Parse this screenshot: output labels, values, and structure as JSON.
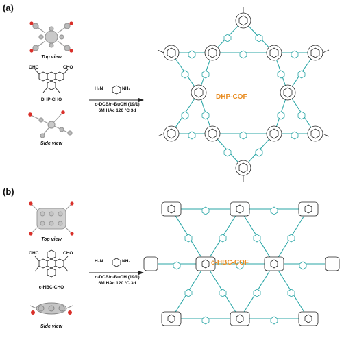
{
  "panels": [
    {
      "label": "(a)",
      "top_view_caption": "Top view",
      "monomer_name": "DHP-CHO",
      "side_view_caption": "Side view",
      "aldehyde_label": "OHC",
      "aldehyde_label_right": "CHO",
      "amine_left": "H₂N",
      "amine_right": "NH₂",
      "condition_line1": "o-DCB/n-BuOH (19/1)",
      "condition_line2": "6M HAc 120 ºC 3d",
      "cof_name": "DHP-COF"
    },
    {
      "label": "(b)",
      "top_view_caption": "Top view",
      "monomer_name": "c-HBC-CHO",
      "side_view_caption": "Side view",
      "aldehyde_label": "OHC",
      "aldehyde_label_right": "CHO",
      "amine_left": "H₂N",
      "amine_right": "NH₂",
      "condition_line1": "o-DCB/n-BuOH (19/1)",
      "condition_line2": "6M HAc 120 ºC 3d",
      "cof_name": "c-HBC-COF"
    }
  ],
  "colors": {
    "linker": "#2aa6a6",
    "cof_label": "#e88d23",
    "oxygen": "#d9302a",
    "carbon": "#888888"
  }
}
